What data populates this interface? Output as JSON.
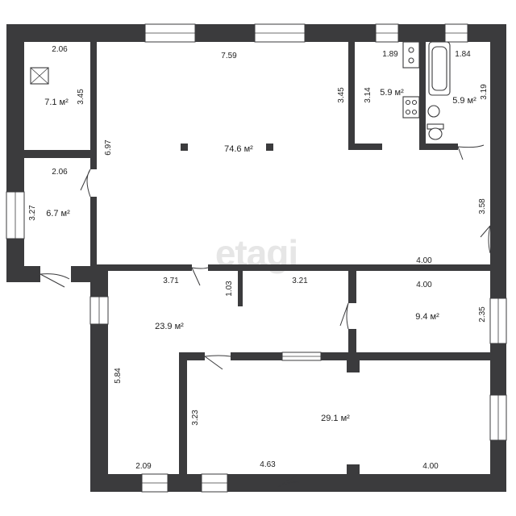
{
  "watermark": "etagi",
  "areas": {
    "main_hall": "74.6 м²",
    "top_left_room": "7.1 м²",
    "left_small_room": "6.7 м²",
    "kitchen": "5.9 м²",
    "bathroom": "5.9 м²",
    "right_mid_room": "9.4 м²",
    "bottom_left_room": "23.9 м²",
    "bottom_right_room": "29.1 м²"
  },
  "dimensions": {
    "tl_top": "2.06",
    "tl_side": "3.45",
    "ls_top": "2.06",
    "ls_side": "3.27",
    "hall_top": "7.59",
    "hall_left": "6.97",
    "hall_right": "3.45",
    "kitchen_top": "1.89",
    "kitchen_side": "3.14",
    "bath_top": "1.84",
    "bath_side": "3.19",
    "east_side": "3.58",
    "hall_bottom_right": "4.00",
    "rm_top": "4.00",
    "rm_side": "2.35",
    "bl_top": "3.71",
    "partition": "1.03",
    "mid_top": "3.21",
    "bl_side": "5.84",
    "bl_bottom": "2.09",
    "br_side": "3.23",
    "br_bottom_left": "4.63",
    "br_bottom_right": "4.00"
  }
}
